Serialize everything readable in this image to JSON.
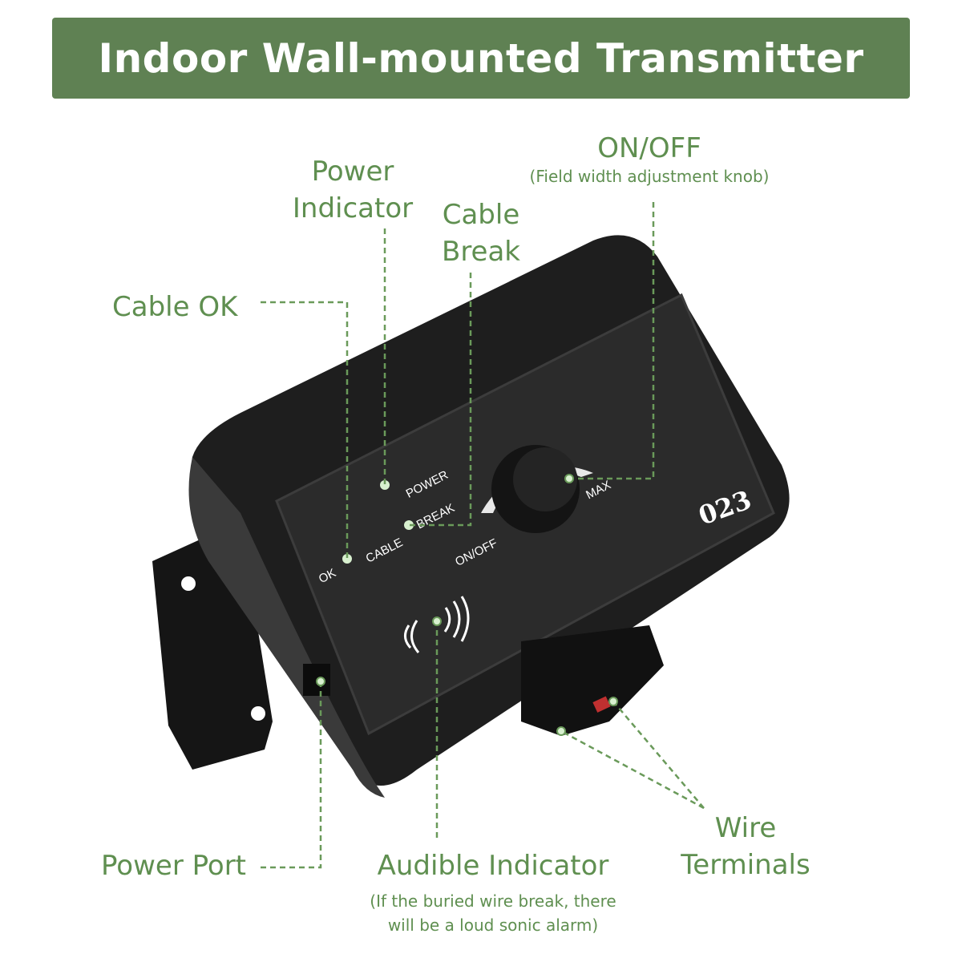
{
  "title": "Indoor Wall-mounted Transmitter",
  "callouts": {
    "cable_ok": "Cable OK",
    "power_indicator": [
      "Power",
      "Indicator"
    ],
    "cable_break": [
      "Cable",
      "Break"
    ],
    "on_off": "ON/OFF",
    "on_off_note": "(Field width adjustment knob)",
    "power_port": "Power Port",
    "audible_indicator": "Audible Indicator",
    "audible_note": [
      "(If the buried wire break, there",
      "will be a loud sonic alarm)"
    ],
    "wire_terminals": [
      "Wire",
      "Terminals"
    ]
  },
  "device": {
    "power": "POWER",
    "break": "BREAK",
    "ok": "OK",
    "cable": "CABLE",
    "on_off": "ON/OFF",
    "max": "MAX",
    "model": "023"
  },
  "colors": {
    "header": "#5f8153",
    "label": "#5f8f50",
    "device": "#1e1e1e"
  }
}
